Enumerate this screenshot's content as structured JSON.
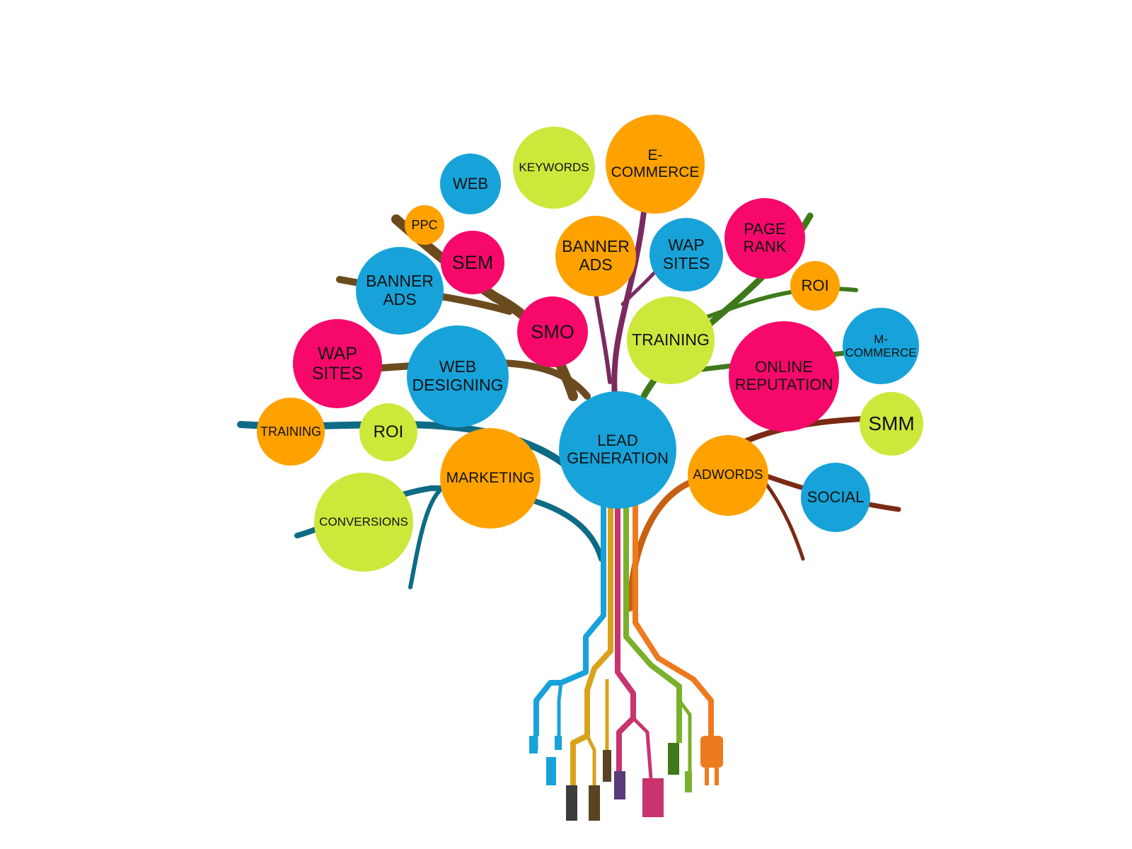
{
  "diagram": {
    "colors": {
      "blue": "#17a3d9",
      "orange": "#ffa200",
      "pink": "#f7086b",
      "lime": "#cde83b",
      "trunk_brown": "#6b4b1e",
      "teal": "#0e6b85",
      "purple": "#7a2a5e",
      "green": "#3e7a1a",
      "rust": "#c85f12",
      "dark_red": "#7a2a14"
    },
    "root": {
      "label": "LEAD\nGENERATION",
      "color": "blue"
    },
    "nodes": [
      {
        "label": "KEYWORDS",
        "color": "lime"
      },
      {
        "label": "E-\nCOMMERCE",
        "color": "orange"
      },
      {
        "label": "WEB",
        "color": "blue"
      },
      {
        "label": "PPC",
        "color": "orange"
      },
      {
        "label": "SEM",
        "color": "pink"
      },
      {
        "label": "BANNER\nADS",
        "color": "orange"
      },
      {
        "label": "WAP\nSITES",
        "color": "blue"
      },
      {
        "label": "PAGE\nRANK",
        "color": "pink"
      },
      {
        "label": "ROI",
        "color": "orange"
      },
      {
        "label": "BANNER\nADS",
        "color": "blue"
      },
      {
        "label": "SMO",
        "color": "pink"
      },
      {
        "label": "TRAINING",
        "color": "lime"
      },
      {
        "label": "M-\nCOMMERCE",
        "color": "blue"
      },
      {
        "label": "WAP\nSITES",
        "color": "pink"
      },
      {
        "label": "WEB\nDESIGNING",
        "color": "blue"
      },
      {
        "label": "ONLINE\nREPUTATION",
        "color": "pink"
      },
      {
        "label": "SMM",
        "color": "lime"
      },
      {
        "label": "TRAINING",
        "color": "orange"
      },
      {
        "label": "ROI",
        "color": "lime"
      },
      {
        "label": "MARKETING",
        "color": "orange"
      },
      {
        "label": "ADWORDS",
        "color": "orange"
      },
      {
        "label": "SOCIAL",
        "color": "blue"
      },
      {
        "label": "CONVERSIONS",
        "color": "lime"
      }
    ],
    "root_cables": [
      {
        "color": "#17a3d9",
        "connector": "usb-plug-icon"
      },
      {
        "color": "#d9a21a",
        "connector": "audio-jack-icon"
      },
      {
        "color": "#c9336e",
        "connector": "vga-plug-icon"
      },
      {
        "color": "#7bb02a",
        "connector": "usb-plug-icon"
      },
      {
        "color": "#ee7a1e",
        "connector": "power-plug-icon"
      }
    ]
  }
}
